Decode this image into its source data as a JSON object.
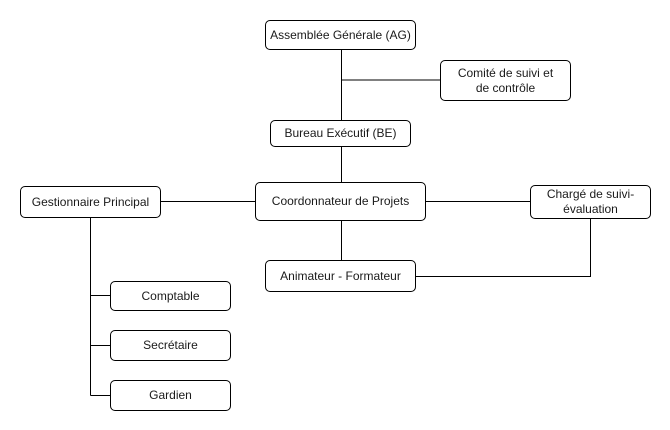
{
  "diagram": {
    "type": "org-chart",
    "nodes": {
      "ag": "Assemblée Générale (AG)",
      "comite": "Comité de suivi et de contrôle",
      "be": "Bureau Exécutif (BE)",
      "coordonnateur": "Coordonnateur de Projets",
      "gestionnaire": "Gestionnaire Principal",
      "charge": "Chargé de suivi-évaluation",
      "animateur": "Animateur - Formateur",
      "comptable": "Comptable",
      "secretaire": "Secrétaire",
      "gardien": "Gardien"
    },
    "edges": [
      [
        "ag",
        "be"
      ],
      [
        "ag",
        "comite"
      ],
      [
        "be",
        "coordonnateur"
      ],
      [
        "coordonnateur",
        "gestionnaire"
      ],
      [
        "coordonnateur",
        "charge"
      ],
      [
        "coordonnateur",
        "animateur"
      ],
      [
        "charge",
        "animateur"
      ],
      [
        "gestionnaire",
        "comptable"
      ],
      [
        "gestionnaire",
        "secretaire"
      ],
      [
        "gestionnaire",
        "gardien"
      ]
    ]
  }
}
